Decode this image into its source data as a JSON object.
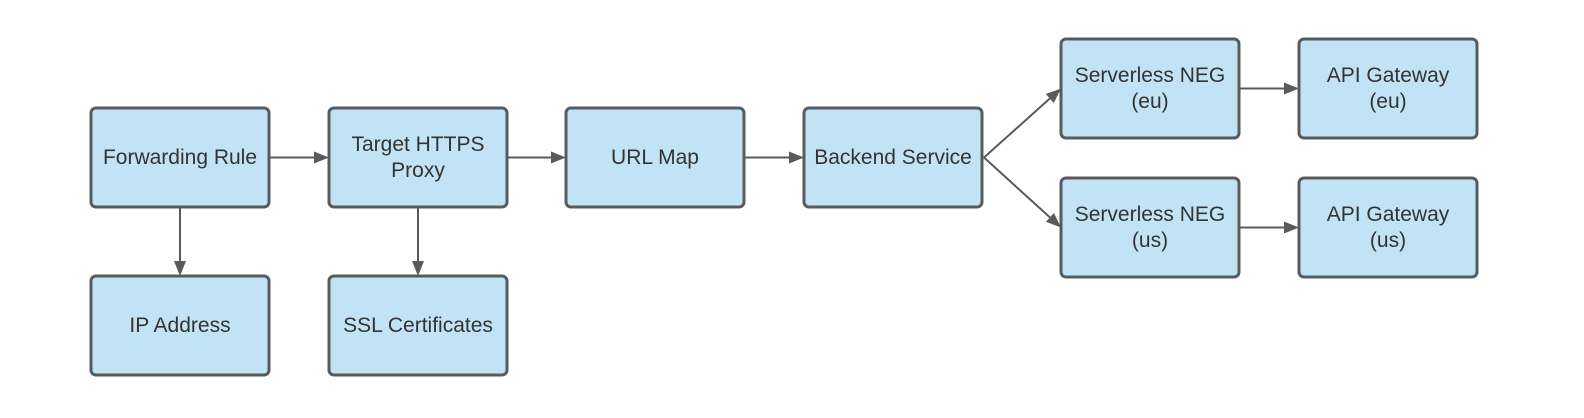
{
  "colors": {
    "node_fill": "#c2e3f6",
    "node_border": "#585b5e",
    "edge": "#585b5e",
    "text": "#333333"
  },
  "nodes": [
    {
      "id": "forwarding-rule",
      "lines": [
        "Forwarding Rule"
      ]
    },
    {
      "id": "target-https-proxy",
      "lines": [
        "Target HTTPS",
        "Proxy"
      ]
    },
    {
      "id": "url-map",
      "lines": [
        "URL Map"
      ]
    },
    {
      "id": "backend-service",
      "lines": [
        "Backend Service"
      ]
    },
    {
      "id": "serverless-neg-eu",
      "lines": [
        "Serverless NEG",
        "(eu)"
      ]
    },
    {
      "id": "api-gateway-eu",
      "lines": [
        "API Gateway",
        "(eu)"
      ]
    },
    {
      "id": "serverless-neg-us",
      "lines": [
        "Serverless NEG",
        "(us)"
      ]
    },
    {
      "id": "api-gateway-us",
      "lines": [
        "API Gateway",
        "(us)"
      ]
    },
    {
      "id": "ip-address",
      "lines": [
        "IP Address"
      ]
    },
    {
      "id": "ssl-certificates",
      "lines": [
        "SSL Certificates"
      ]
    }
  ],
  "edges": [
    {
      "from": "forwarding-rule",
      "to": "target-https-proxy"
    },
    {
      "from": "target-https-proxy",
      "to": "url-map"
    },
    {
      "from": "url-map",
      "to": "backend-service"
    },
    {
      "from": "backend-service",
      "to": "serverless-neg-eu"
    },
    {
      "from": "backend-service",
      "to": "serverless-neg-us"
    },
    {
      "from": "serverless-neg-eu",
      "to": "api-gateway-eu"
    },
    {
      "from": "serverless-neg-us",
      "to": "api-gateway-us"
    },
    {
      "from": "forwarding-rule",
      "to": "ip-address"
    },
    {
      "from": "target-https-proxy",
      "to": "ssl-certificates"
    }
  ]
}
